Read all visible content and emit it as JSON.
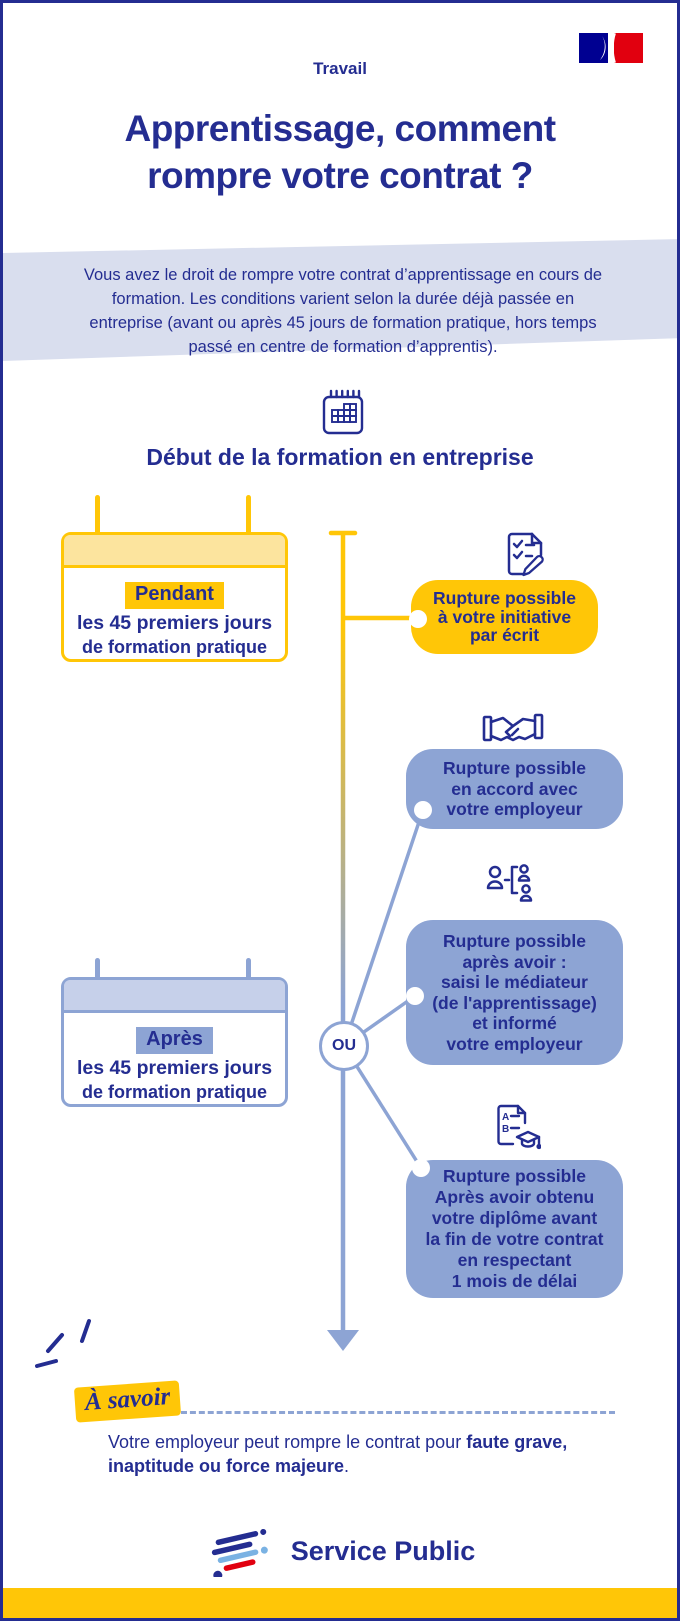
{
  "header": {
    "category": "Travail",
    "title": [
      "Apprentissage, comment",
      "rompre votre contrat ?"
    ],
    "flag_icon": "french-government-flag-icon"
  },
  "intro": {
    "text": "Vous avez le droit de rompre votre contrat d’apprentissage en cours de formation. Les conditions varient selon la durée déjà passée en entreprise (avant ou après 45 jours de formation pratique, hors temps passé en centre de formation d’apprentis)."
  },
  "timeline": {
    "heading_icon": "calendar-icon",
    "heading": "Début de la formation en entreprise",
    "or_label": "OU",
    "during_card": {
      "highlight": "Pendant",
      "line2": "les 45 premiers jours",
      "line3": "de formation pratique"
    },
    "after_card": {
      "highlight": "Après",
      "line2": "les 45 premiers jours",
      "line3": "de formation pratique"
    },
    "options": [
      {
        "icon": "document-check-pencil-icon",
        "style": "yellow",
        "lines": [
          "Rupture possible",
          "à votre initiative",
          "par écrit"
        ]
      },
      {
        "icon": "handshake-icon",
        "style": "blue",
        "lines": [
          "Rupture possible",
          "en accord avec",
          "votre employeur"
        ]
      },
      {
        "icon": "mediator-people-icon",
        "style": "blue",
        "lines": [
          "Rupture possible",
          "après avoir :",
          "saisi le médiateur",
          "(de l'apprentissage)",
          "et informé",
          "votre employeur"
        ]
      },
      {
        "icon": "diploma-graduation-icon",
        "style": "blue",
        "lines": [
          "Rupture possible",
          "Après avoir obtenu",
          "votre diplôme avant",
          "la fin de votre contrat",
          "en respectant",
          "1 mois de délai"
        ]
      }
    ]
  },
  "note": {
    "label": "À savoir",
    "text_before": "Votre employeur peut rompre le contrat pour ",
    "text_bold": "faute grave, inaptitude ou force majeure",
    "text_after": "."
  },
  "footer": {
    "brand": "Service Public",
    "brand_icon": "service-public-logo-icon"
  },
  "colors": {
    "primary_blue": "#242d91",
    "yellow": "#ffc607",
    "bubble_blue": "#8da4d4",
    "light_yellow_band": "#fce49e",
    "light_blue_band": "#c6d0ea",
    "intro_band": "#d9deee",
    "flag_blue": "#000091",
    "flag_red": "#e1000f",
    "logo_light_blue": "#7ab2e3"
  }
}
